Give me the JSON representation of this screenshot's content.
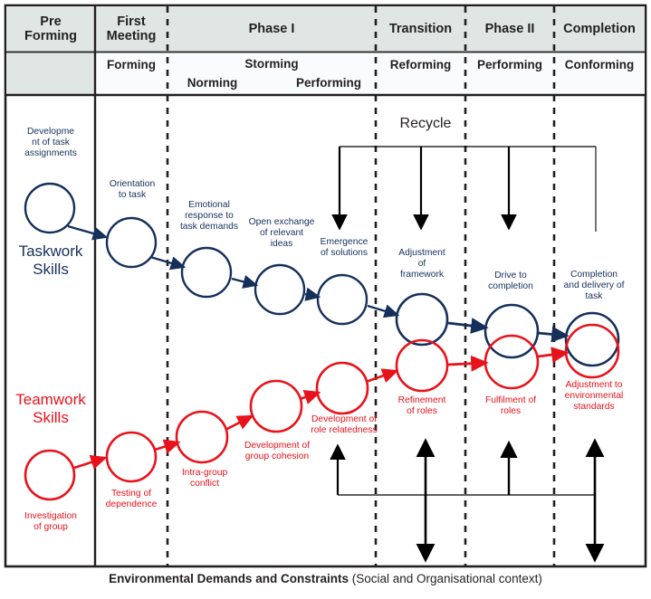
{
  "title": "Team development model across phases",
  "colors": {
    "blue": "#16305c",
    "red": "#e8121a",
    "black": "#231f20",
    "header_fill": "#dfe6e4",
    "subheader_fill": "#fafbfc",
    "border": "#231f20"
  },
  "header": {
    "top_row": [
      {
        "label": "Pre\nForming"
      },
      {
        "label": "First\nMeeting"
      },
      {
        "label": "Phase I"
      },
      {
        "label": "Transition"
      },
      {
        "label": "Phase II"
      },
      {
        "label": "Completion"
      }
    ],
    "sub_row": [
      {
        "label": ""
      },
      {
        "label": "Forming"
      },
      {
        "label": "Storming"
      },
      {
        "label": "Reforming"
      },
      {
        "label": "Performing"
      },
      {
        "label": "Conforming"
      }
    ],
    "phase1_sub_extra": [
      {
        "label": "Norming"
      },
      {
        "label": "Performing"
      }
    ]
  },
  "rows": {
    "taskwork_name": "Taskwork\nSkills",
    "teamwork_name": "Teamwork\nSkills"
  },
  "recycle_label": "Recycle",
  "taskwork_nodes": [
    {
      "id": "t1",
      "label": "Developme\nnt of task\nassignments"
    },
    {
      "id": "t2",
      "label": "Orientation\nto  task"
    },
    {
      "id": "t3",
      "label": "Emotional\nresponse to\ntask demands"
    },
    {
      "id": "t4",
      "label": "Open exchange\nof relevant\nideas"
    },
    {
      "id": "t5",
      "label": "Emergence\nof solutions"
    },
    {
      "id": "t6",
      "label": "Adjustment\nof\nframework"
    },
    {
      "id": "t7",
      "label": "Drive to\ncompletion"
    },
    {
      "id": "t8",
      "label": "Completion\nand delivery of\ntask"
    }
  ],
  "teamwork_nodes": [
    {
      "id": "m1",
      "label": "Investigation\nof group"
    },
    {
      "id": "m2",
      "label": "Testing of\ndependence"
    },
    {
      "id": "m3",
      "label": "Intra-group\nconflict"
    },
    {
      "id": "m4",
      "label": "Development of\ngroup cohesion"
    },
    {
      "id": "m5",
      "label": "Development of\nrole relatedness"
    },
    {
      "id": "m6",
      "label": "Refinement\nof roles"
    },
    {
      "id": "m7",
      "label": "Fulfilment of\nroles"
    },
    {
      "id": "m8",
      "label": "Adjustment to\nenvironmental\nstandards"
    }
  ],
  "footer": {
    "bold": "Environmental Demands and Constraints",
    "normal": " (Social and Organisational context)"
  }
}
